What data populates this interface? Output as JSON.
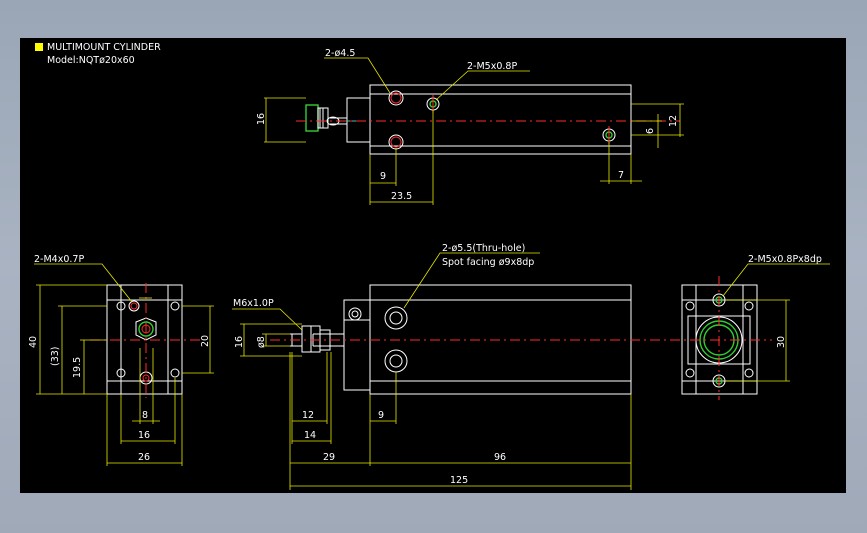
{
  "title": {
    "line1": "MULTIMOUNT CYLINDER",
    "line2": "Model:NQTø20x60",
    "marker_color": "#ffff00"
  },
  "top_view": {
    "hole_callout": "2-ø4.5",
    "tap_callout": "2-M5x0.8P",
    "dims": {
      "height": "16",
      "offset_12": "12",
      "offset_6": "6",
      "right_7": "7",
      "left_9": "9",
      "span_23_5": "23.5"
    }
  },
  "left_view": {
    "tap_callout": "2-M4x0.7P",
    "dims": {
      "h40": "40",
      "h33": "(33)",
      "h19_5": "19.5",
      "h20": "20",
      "w8": "8",
      "w16": "16",
      "w26": "26"
    }
  },
  "front_view": {
    "hole_callout_1": "2-ø5.5(Thru-hole)",
    "hole_callout_2": "Spot facing ø9x8dp",
    "thread_callout": "M6x1.0P",
    "dims": {
      "d16": "16",
      "d8": "ø8",
      "w12": "12",
      "w14": "14",
      "w29": "29",
      "w9": "9",
      "w96": "96",
      "w125": "125"
    }
  },
  "right_view": {
    "tap_callout": "2-M5x0.8Px8dp",
    "dims": {
      "h30": "30"
    }
  },
  "colors": {
    "background": "#000000",
    "outline": "#ffffff",
    "dimension": "#e8e800",
    "centerline": "#ff2a2a",
    "bore": "#33cc33"
  }
}
